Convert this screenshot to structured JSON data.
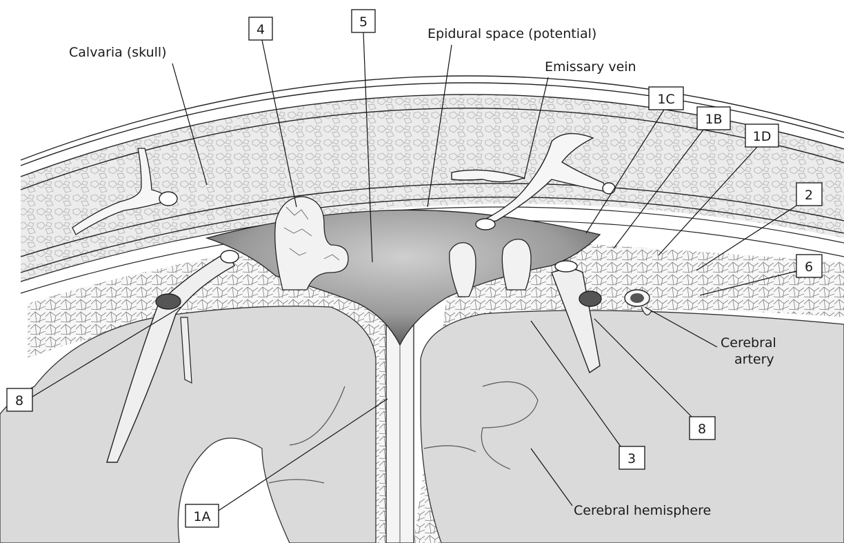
{
  "labels": {
    "calvaria": "Calvaria (skull)",
    "epidural": "Epidural space (potential)",
    "emissary": "Emissary vein",
    "cerebral_artery_l1": "Cerebral",
    "cerebral_artery_l2": "artery",
    "hemisphere": "Cerebral hemisphere"
  },
  "callouts": {
    "n4": "4",
    "n5": "5",
    "n1c": "1C",
    "n1b": "1B",
    "n1d": "1D",
    "n2": "2",
    "n6": "6",
    "n8_left": "8",
    "n8_right": "8",
    "n3": "3",
    "n1a": "1A"
  },
  "colors": {
    "brain": "#dcdcdc",
    "sinus_dark": "#6a6a6a",
    "sinus_light": "#c4c4c4",
    "bone": "#ebebeb",
    "line": "#111111"
  }
}
